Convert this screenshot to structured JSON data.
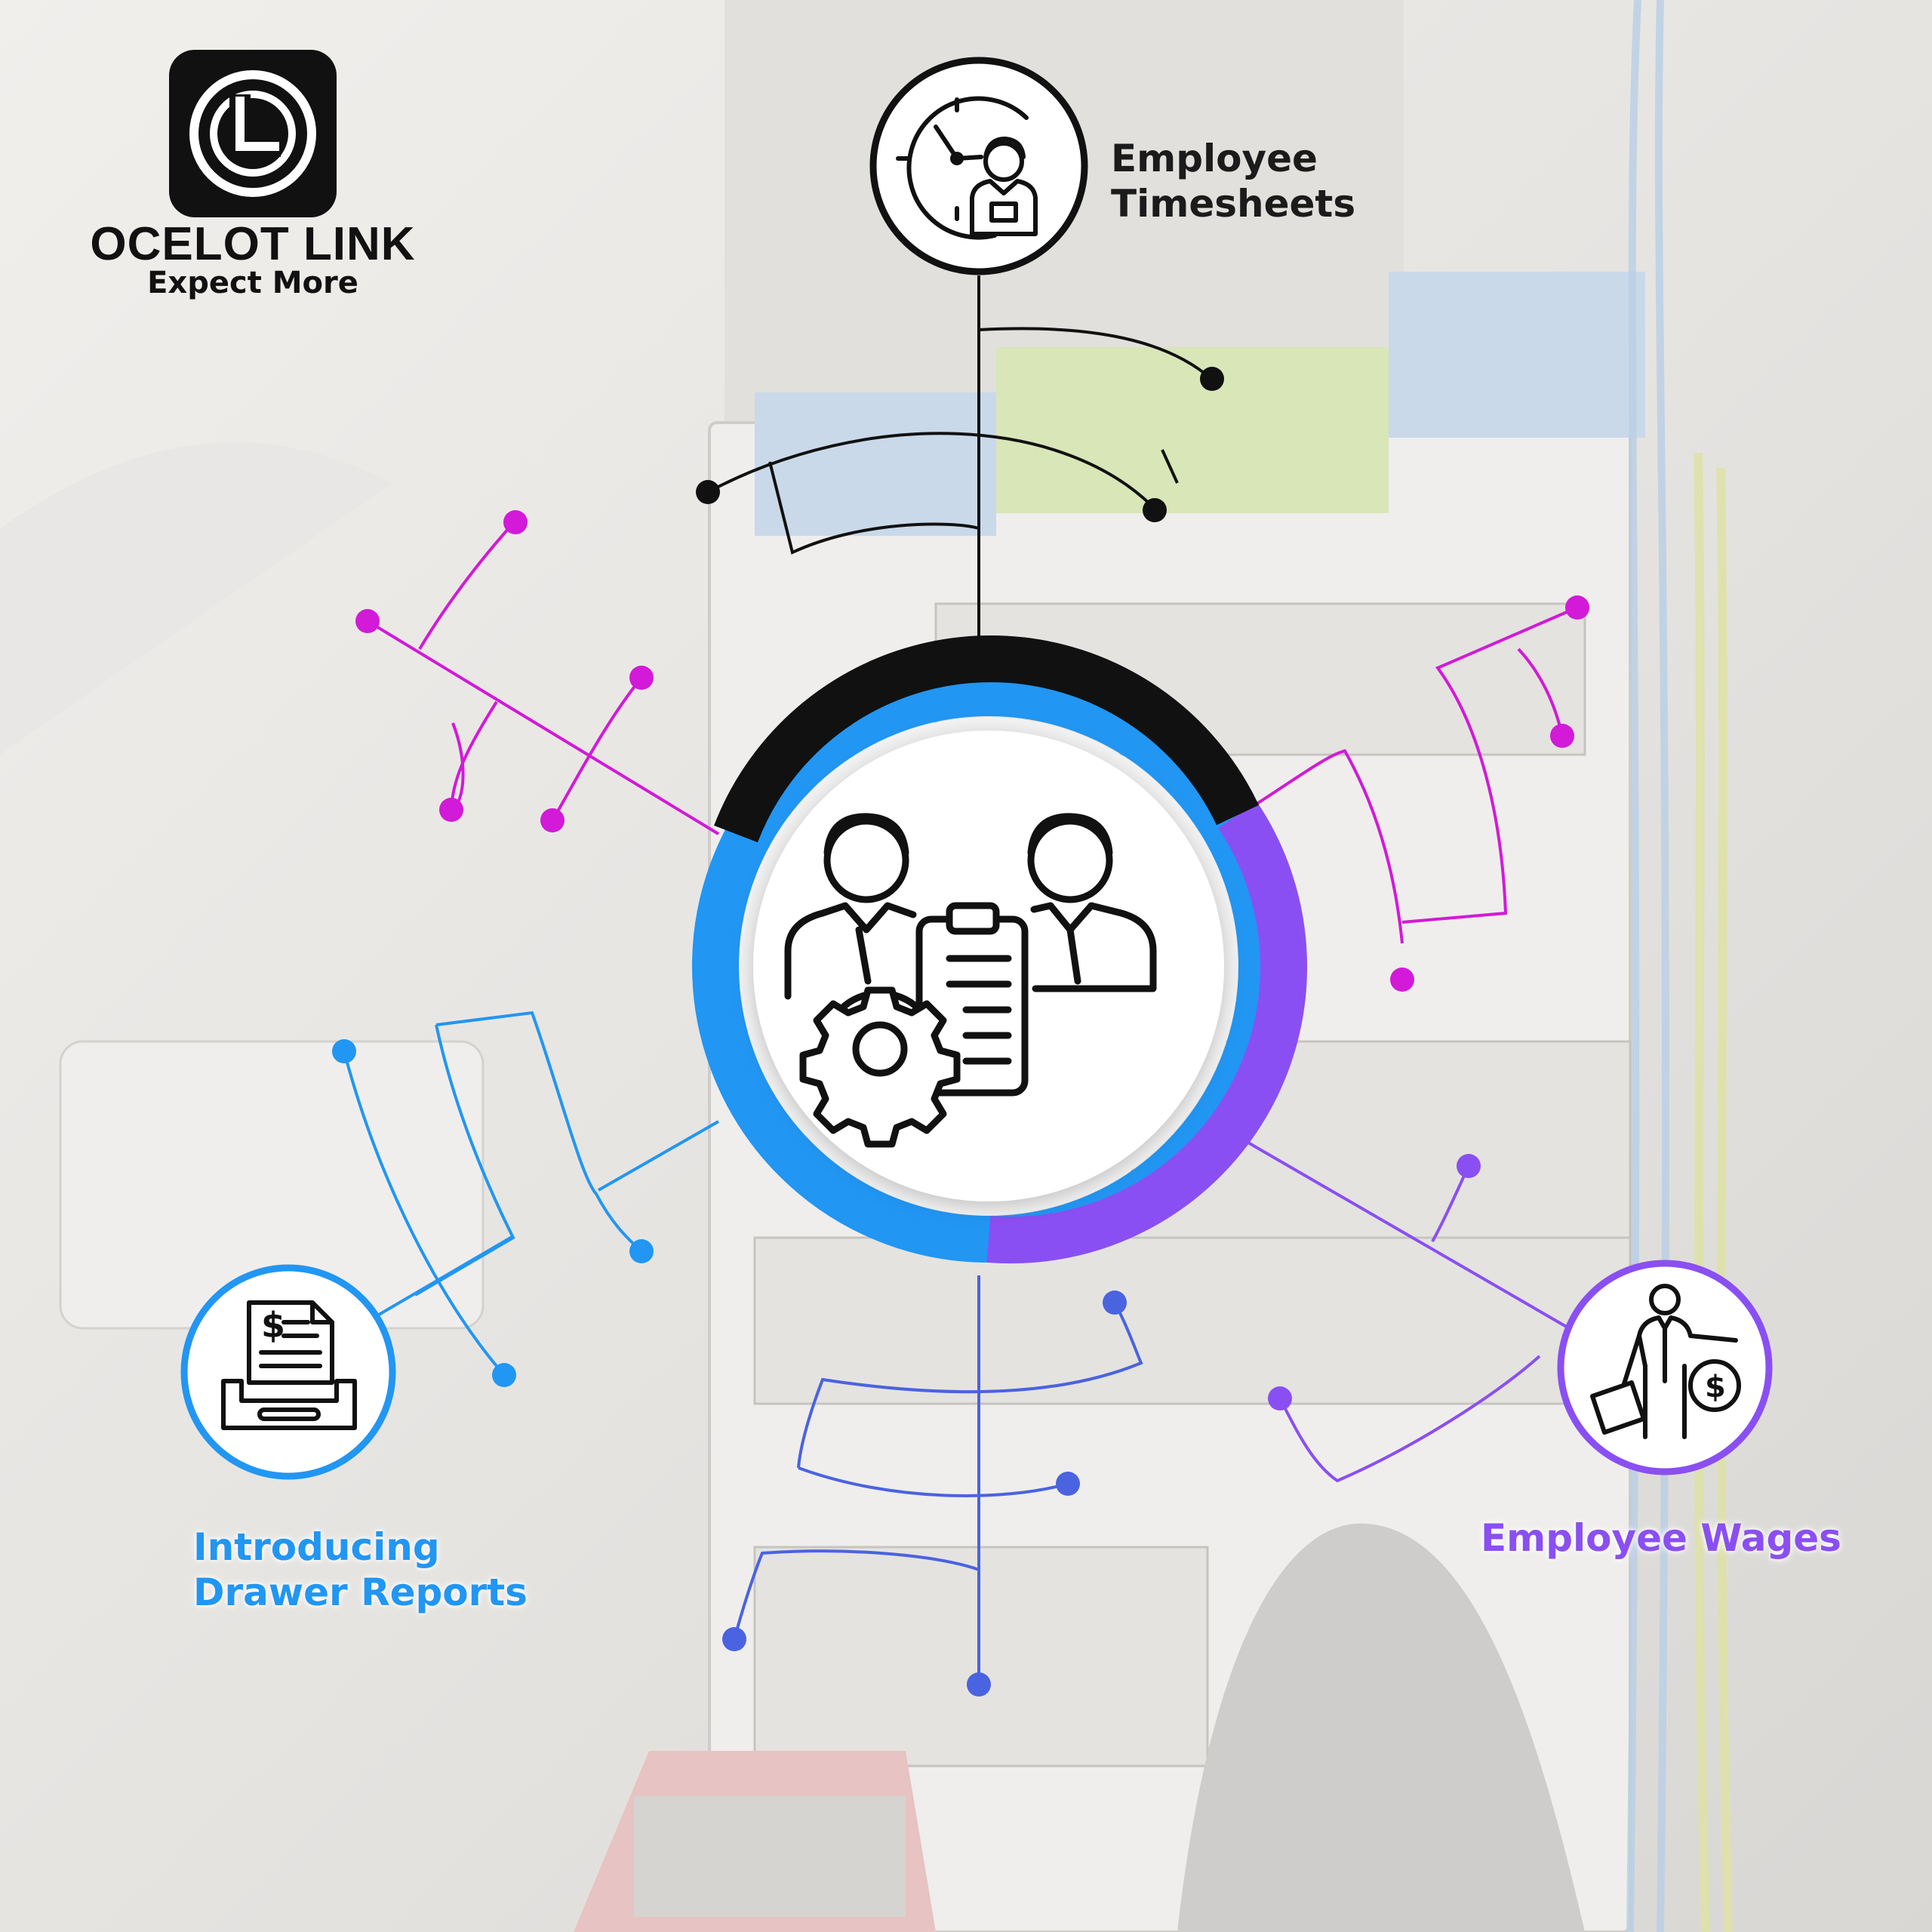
{
  "brand": {
    "name": "OCELOT LINK",
    "tagline": "Expect More"
  },
  "nodes": {
    "timesheets": {
      "line1": "Employee",
      "line2": "Timesheets",
      "icon": "clock-worker-icon"
    },
    "drawer": {
      "line1": "Introducing",
      "line2": "Drawer Reports",
      "icon": "drawer-report-icon"
    },
    "wages": {
      "label": "Employee Wages",
      "icon": "businessman-money-icon"
    },
    "hub": {
      "icon": "team-management-icon"
    }
  },
  "colors": {
    "black": "#111111",
    "magenta": "#d21ad8",
    "blue": "#2196f3",
    "indigo": "#4a63e0",
    "purple": "#8a4ff2",
    "background": "#e9e7e3"
  }
}
